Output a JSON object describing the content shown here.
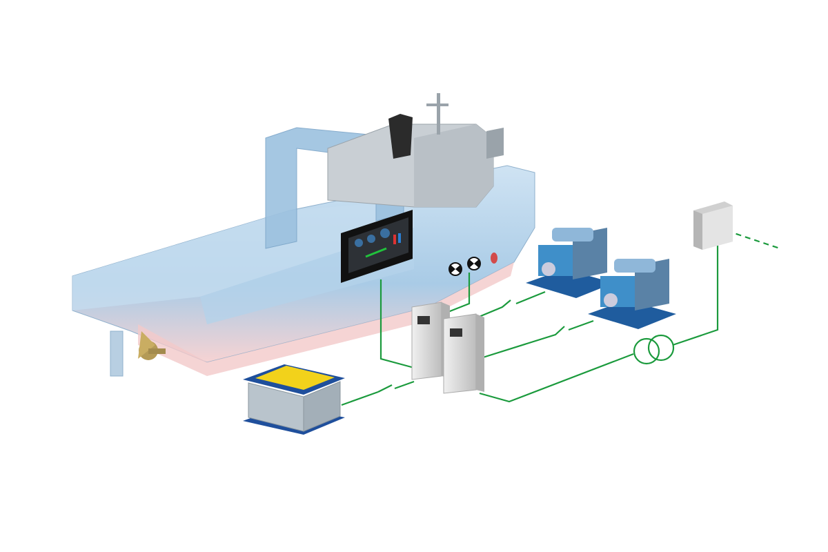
{
  "diagram": {
    "components": [
      {
        "id": "vessel",
        "icon": "ship-icon"
      },
      {
        "id": "control-display",
        "icon": "display-icon"
      },
      {
        "id": "thrusters",
        "icon": "thruster-icon",
        "count": 2
      },
      {
        "id": "switchboards",
        "icon": "switchboard-icon",
        "count": 2
      },
      {
        "id": "battery",
        "icon": "battery-icon"
      },
      {
        "id": "generator-sets",
        "icon": "generator-icon",
        "count": 2
      },
      {
        "id": "transformer",
        "icon": "transformer-icon"
      },
      {
        "id": "shore-connection",
        "icon": "shore-power-box-icon"
      }
    ],
    "colors": {
      "connection": "#1a9a3c",
      "hull": "#a9cbe6",
      "hull_bottom": "#f3c9c9",
      "generator": "#3f8fc9",
      "battery_top": "#f2d21b",
      "battery_base": "#1f4f9c",
      "cabinet": "#d8d8d8"
    }
  }
}
